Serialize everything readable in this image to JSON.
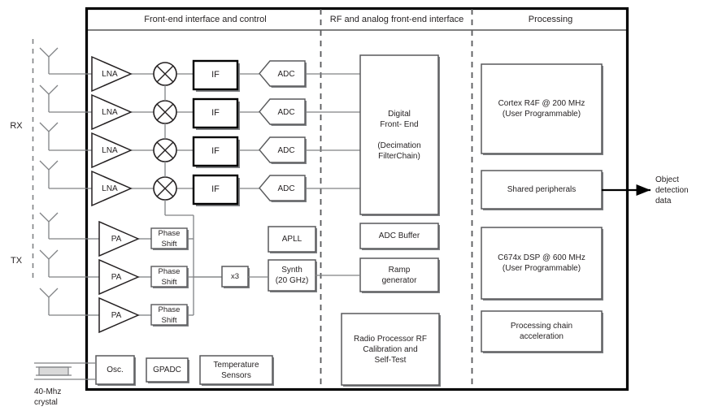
{
  "diagram": {
    "title_bar": {
      "sections": [
        {
          "id": "front-end-interface-and-control",
          "label": "Front-end interface and control"
        },
        {
          "id": "rf-and-analog-front-end-interface",
          "label": "RF and analog front-end interface"
        },
        {
          "id": "processing",
          "label": "Processing"
        }
      ]
    },
    "side_labels": [
      {
        "id": "rx",
        "label": "RX"
      },
      {
        "id": "tx",
        "label": "TX"
      }
    ],
    "rx_chain": {
      "count": 4,
      "lna_label": "LNA",
      "if_label": "IF",
      "adc_label": "ADC"
    },
    "tx_chain": {
      "count": 3,
      "pa_label": "PA",
      "phase_shift_label": "Phase\nShift"
    },
    "blocks": [
      {
        "id": "digital-front-end",
        "label": "Digital\nFront- End\n\n(Decimation\nFilterChain)"
      },
      {
        "id": "adc-buffer",
        "label": "ADC Buffer"
      },
      {
        "id": "ramp-generator",
        "label": "Ramp\ngenerator"
      },
      {
        "id": "apll",
        "label": "APLL"
      },
      {
        "id": "synth",
        "label": "Synth\n(20 GHz)"
      },
      {
        "id": "multiplier-x3",
        "label": "x3"
      },
      {
        "id": "radio-processor",
        "label": "Radio Processor RF\nCalibration and\nSelf-Test"
      },
      {
        "id": "oscillator",
        "label": "Osc."
      },
      {
        "id": "gpadc",
        "label": "GPADC"
      },
      {
        "id": "temperature-sensors",
        "label": "Temperature\nSensors"
      },
      {
        "id": "cortex-r4f",
        "label": "Cortex R4F @ 200 MHz\n(User Programmable)"
      },
      {
        "id": "shared-peripherals",
        "label": "Shared peripherals"
      },
      {
        "id": "c674x-dsp",
        "label": "C674x DSP @ 600 MHz\n(User Programmable)"
      },
      {
        "id": "processing-chain-acceleration",
        "label": "Processing chain\nacceleration"
      }
    ],
    "external": [
      {
        "id": "crystal",
        "label": "40-Mhz\ncrystal"
      },
      {
        "id": "object-detection-output",
        "label": "Object\ndetection\ndata"
      }
    ],
    "colors": {
      "chip_border": "#000000",
      "block_border": "#58595b",
      "wire": "#808285",
      "text": "#231f20",
      "shadow": "#808285",
      "background": "#ffffff"
    }
  }
}
